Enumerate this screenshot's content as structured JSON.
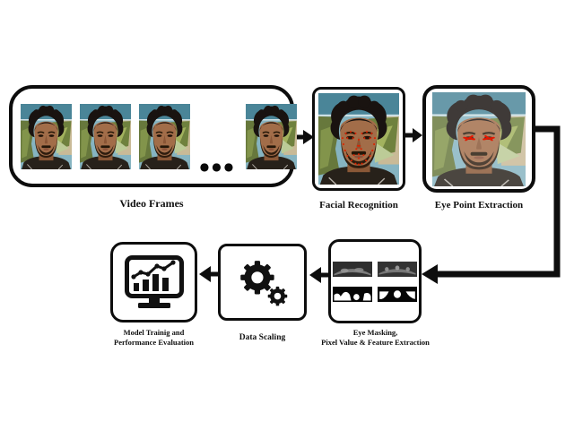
{
  "figure": {
    "nodes": {
      "video_frames": {
        "label": "Video Frames"
      },
      "facial_recognition": {
        "label": "Facial Recognition"
      },
      "eye_point_extraction": {
        "label": "Eye Point Extraction"
      },
      "eye_masking": {
        "label_line1": "Eye Masking,",
        "label_line2": "Pixel Value & Feature Extraction"
      },
      "data_scaling": {
        "label": "Data Scaling"
      },
      "model_training": {
        "label_line1": "Model Trainig and",
        "label_line2": "Performance Evaluation"
      }
    },
    "ellipsis": "●●●",
    "flow_order": [
      "video_frames",
      "facial_recognition",
      "eye_point_extraction",
      "eye_masking",
      "data_scaling",
      "model_training"
    ],
    "icons": {
      "data_scaling": "gears-icon",
      "model_training": "monitor-chart-icon"
    },
    "colors": {
      "background": "#ffffff",
      "outline": "#0d0d0d",
      "landmark_red": "#d92400"
    }
  }
}
